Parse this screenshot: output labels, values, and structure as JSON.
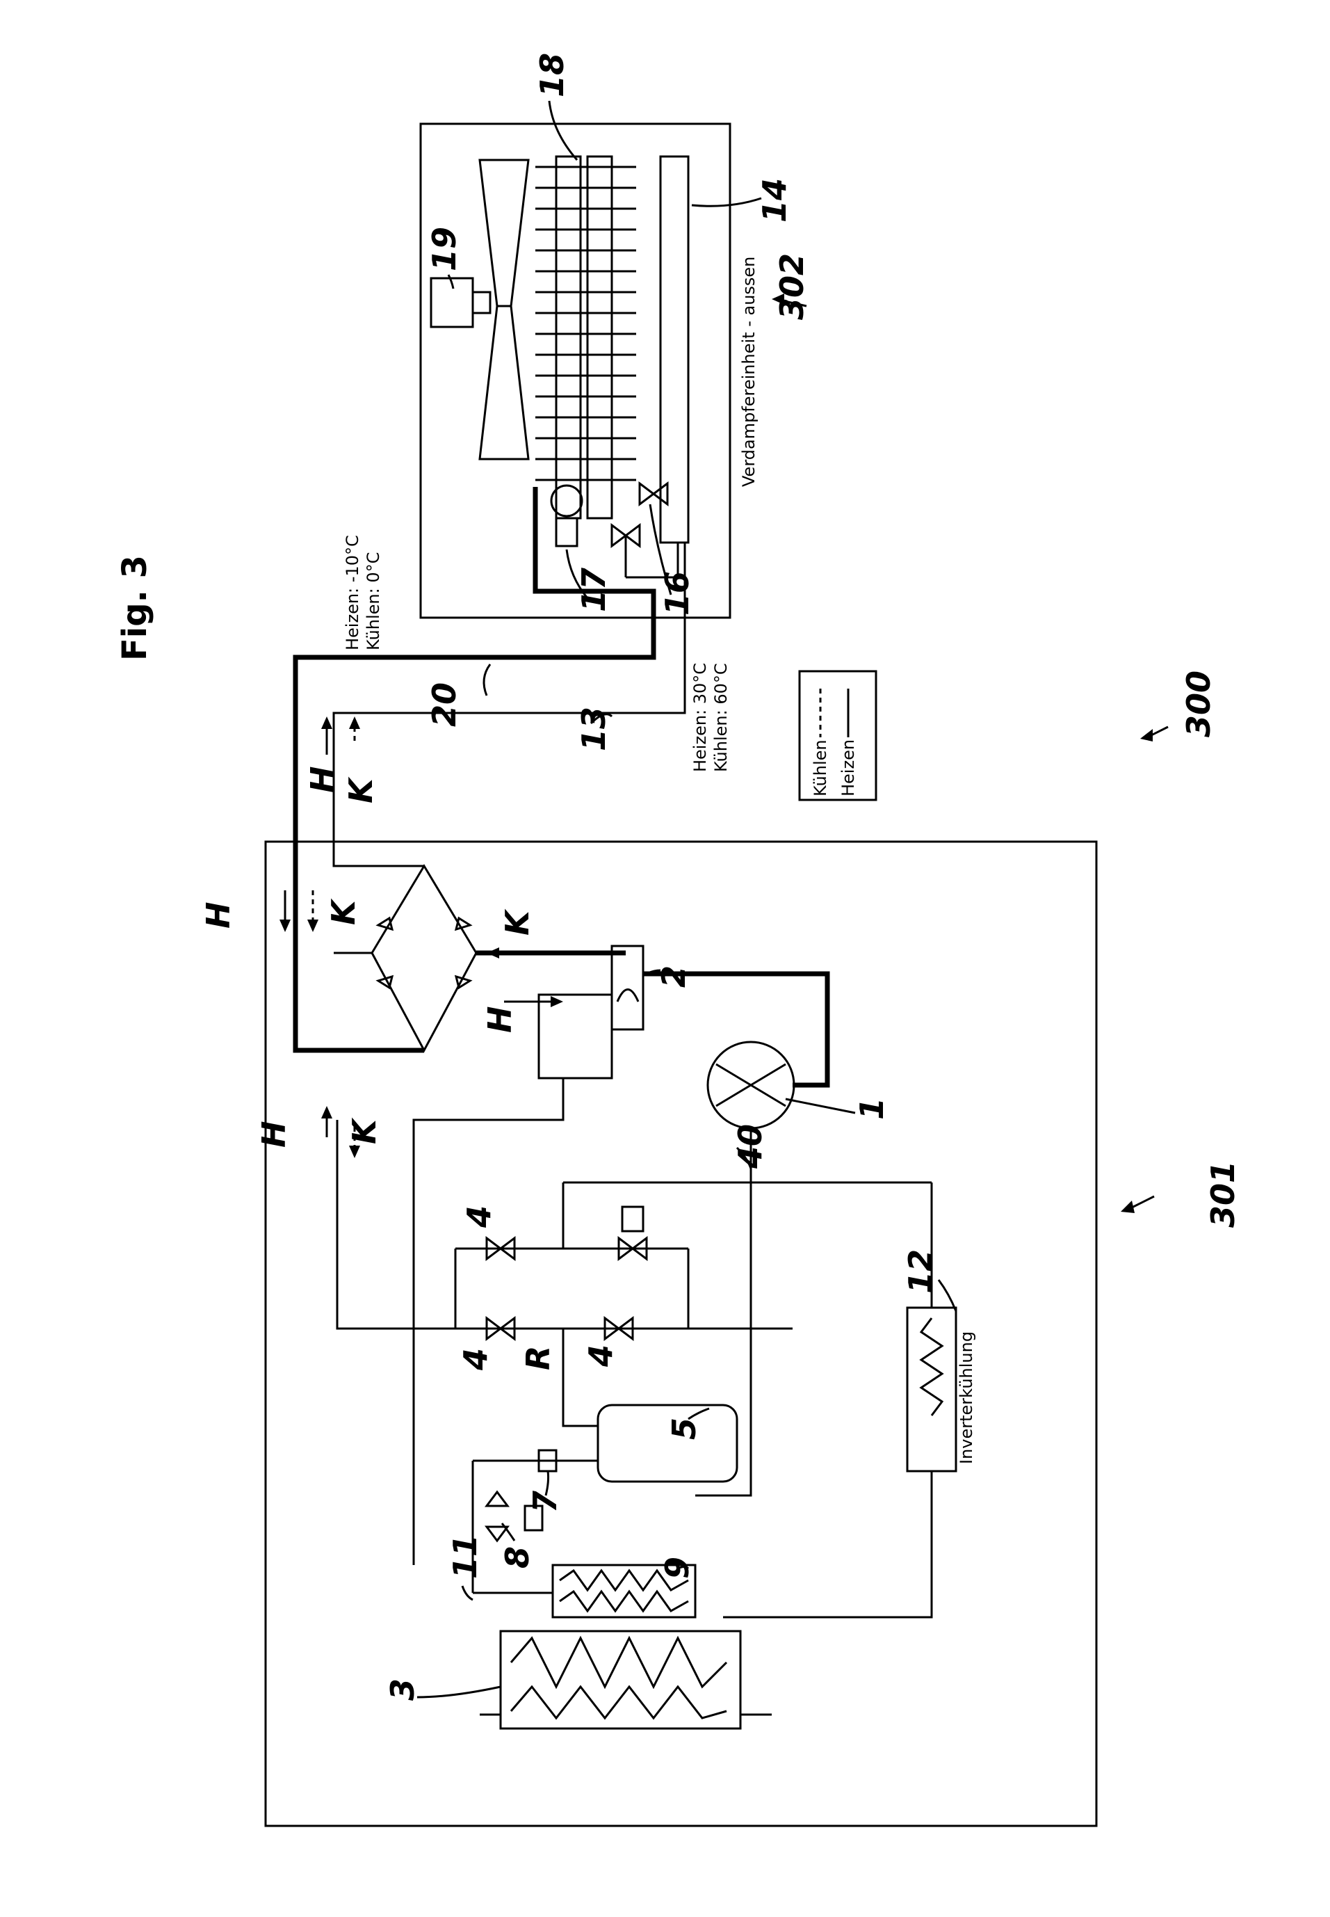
{
  "figure": {
    "title": "Fig. 3"
  },
  "units": {
    "outer": {
      "name": "Verdampfereinheit - aussen",
      "ref": "302"
    },
    "inner": {
      "ref": "301"
    },
    "system": {
      "ref": "300"
    }
  },
  "legend": {
    "cooling": "Kühlen",
    "heating": "Heizen"
  },
  "temperatures": {
    "line20": {
      "heat": "Heizen: -10°C",
      "cool": "Kühlen: 0°C"
    },
    "line13": {
      "heat": "Heizen: 30°C",
      "cool": "Kühlen: 60°C"
    }
  },
  "inverter_label": "Inverterkühlung",
  "flow_labels": {
    "heat": "H",
    "cool": "K"
  },
  "ref_labels": {
    "compressor": "1",
    "reversing_valve": "2",
    "exchanger": "3",
    "check_valve": "4",
    "receiver": "5",
    "expansion_valve": "7",
    "solenoid_valve": "8",
    "subcooler": "9",
    "bypass": "11",
    "inverter": "12",
    "liquid_line": "13",
    "evaporator": "14",
    "valve_16": "16",
    "valve_17": "17",
    "fins": "18",
    "fan": "19",
    "suction_line": "20",
    "line_40": "40",
    "node_r": "R"
  }
}
